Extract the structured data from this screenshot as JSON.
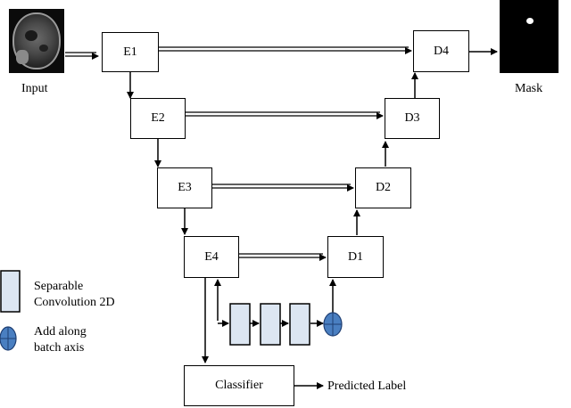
{
  "input_label": "Input",
  "mask_label": "Mask",
  "encoders": [
    "E1",
    "E2",
    "E3",
    "E4"
  ],
  "decoders": [
    "D4",
    "D3",
    "D2",
    "D1"
  ],
  "classifier_label": "Classifier",
  "output_label": "Predicted Label",
  "legend": {
    "sep_conv_line1": "Separable",
    "sep_conv_line2": "Convolution  2D",
    "add_line1": "Add along",
    "add_line2": "batch axis"
  },
  "colors": {
    "block_fill": "#dce6f2",
    "add_fill": "#4a7fc1"
  }
}
